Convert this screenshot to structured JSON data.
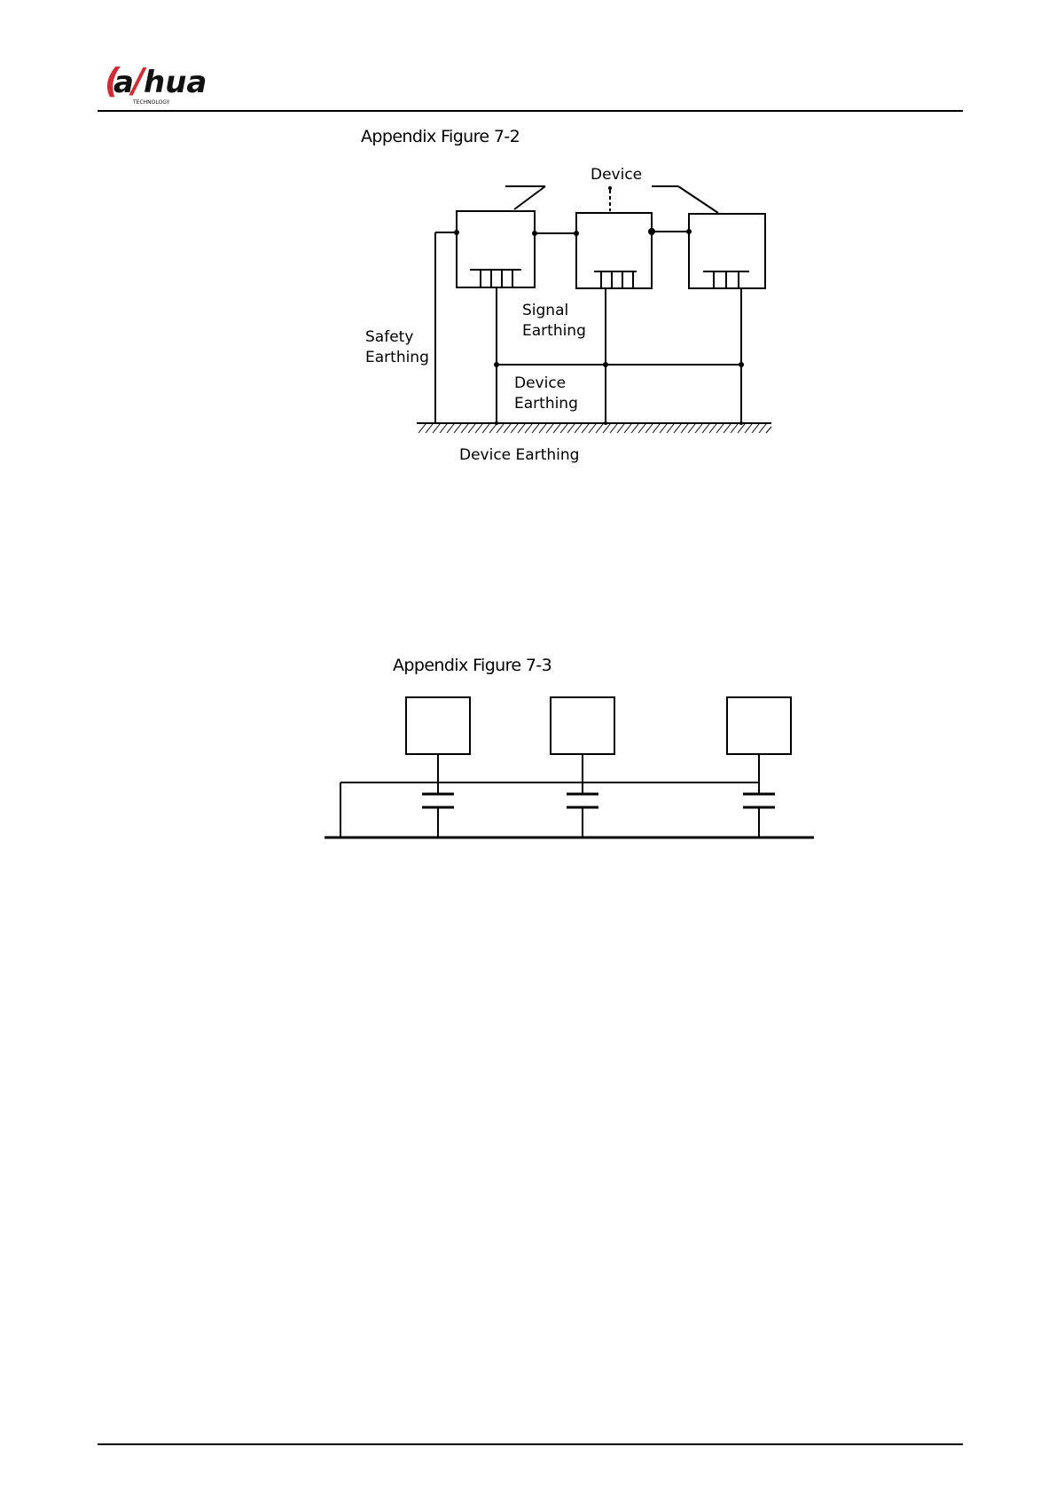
{
  "header": {
    "logo": {
      "text": "alhua",
      "subtext": "TECHNOLOGY",
      "brand_color": "#d9282f"
    }
  },
  "figure_7_2": {
    "caption": "Appendix Figure 7-2",
    "labels": {
      "device": "Device",
      "signal_1": "Signal",
      "signal_2": "Earthing",
      "safety_1": "Safety",
      "safety_2": "Earthing",
      "device_earthing_1": "Device",
      "device_earthing_2": "Earthing",
      "ground": "Device Earthing"
    }
  },
  "figure_7_3": {
    "caption": "Appendix Figure 7-3"
  }
}
